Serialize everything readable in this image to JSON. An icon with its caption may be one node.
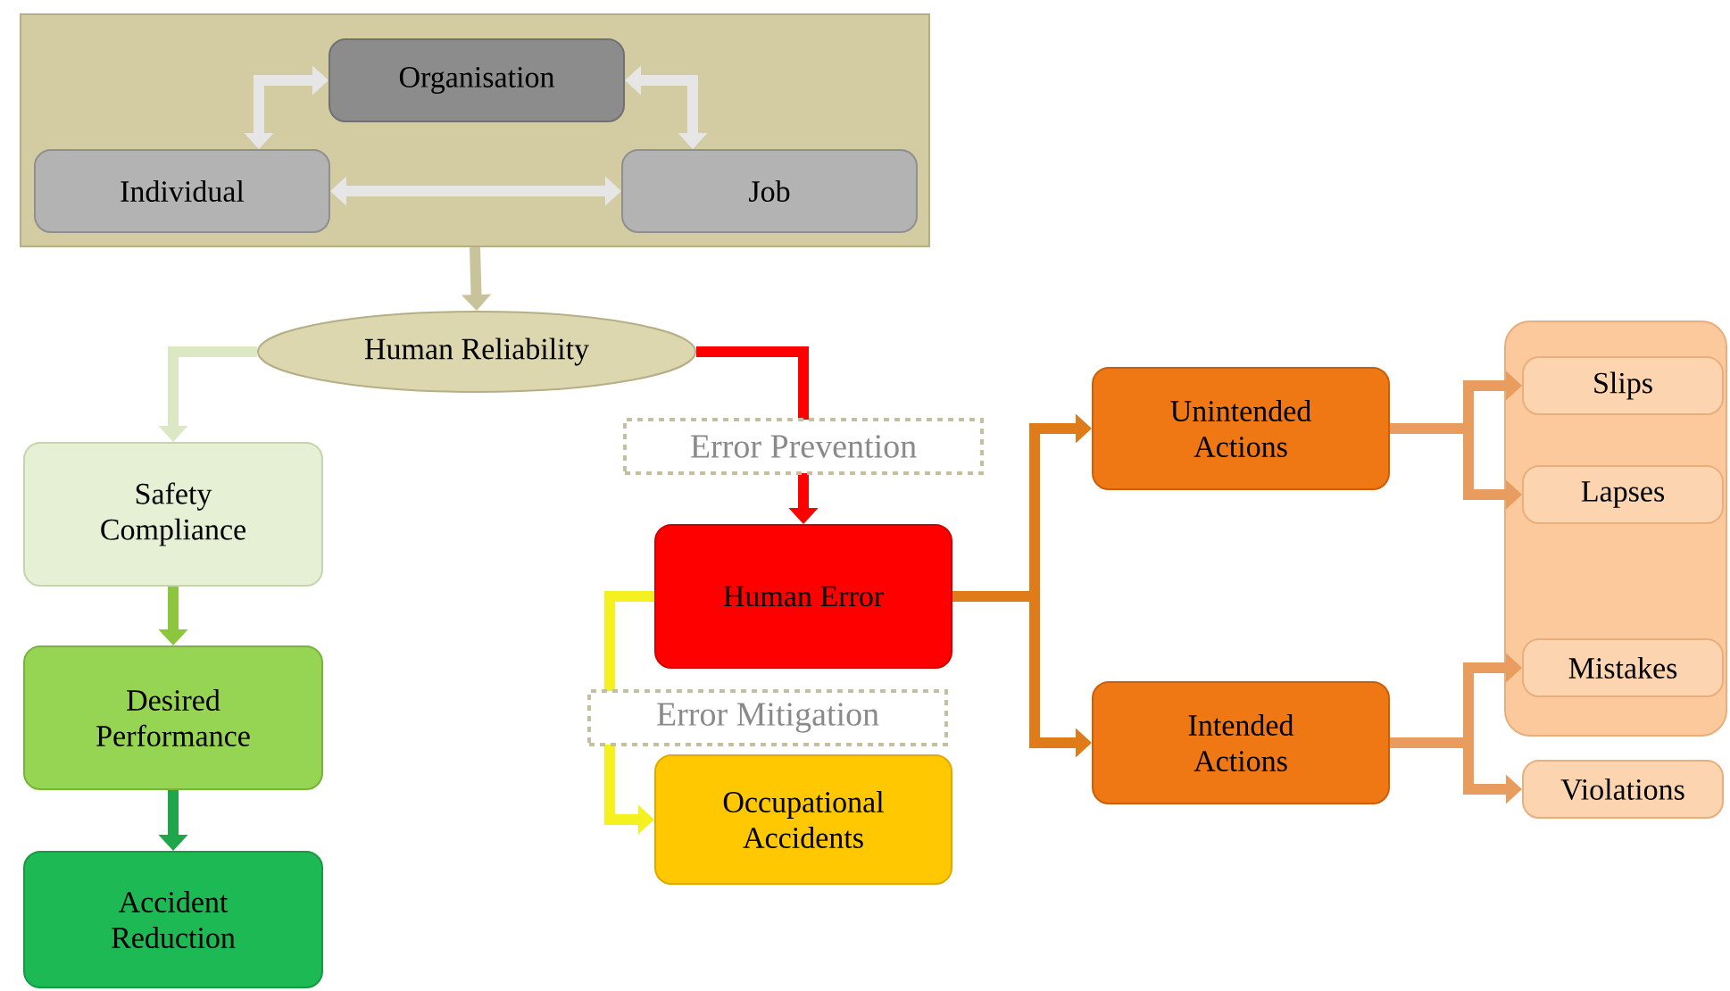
{
  "diagram": {
    "nodes": [
      {
        "text": [],
        "shape": "box"
      },
      {
        "text": [
          "Organisation"
        ],
        "in": 0
      },
      {
        "text": [
          "Individual"
        ],
        "in": 0
      },
      {
        "text": [
          "Job"
        ],
        "in": 0
      },
      {
        "text": [
          "Human Reliability"
        ]
      },
      {
        "text": [
          "Safety Compliance"
        ]
      },
      {
        "text": [
          "Desired Performance"
        ]
      },
      {
        "text": [
          "Accident Reduction"
        ]
      },
      {
        "text": [
          "Human Error"
        ]
      },
      {
        "text": [
          "Occupational Accidents"
        ]
      },
      {
        "text": [
          "Unintended Actions"
        ]
      },
      {
        "text": [
          "Intended Actions"
        ]
      },
      {
        "text": [],
        "shape": "box"
      },
      {
        "text": [
          "Slips"
        ],
        "in": 12
      },
      {
        "text": [
          "Lapses"
        ],
        "in": 12
      },
      {
        "text": [
          "Mistakes"
        ],
        "in": 12
      },
      {
        "text": [
          "Violations"
        ]
      }
    ],
    "edges": [
      {
        "from": 2,
        "to": 1,
        "arrow": "both",
        "color": "#e6e6e6"
      },
      {
        "from": 1,
        "to": 3,
        "arrow": "both",
        "color": "#e6e6e6"
      },
      {
        "from": 2,
        "to": 3,
        "arrow": "both",
        "color": "#e6e6e6"
      },
      {
        "from": 0,
        "to": 4,
        "arrow": "to",
        "color": "#c8c39a"
      },
      {
        "from": 4,
        "to": 5,
        "arrow": "to",
        "color": "#dce8c4"
      },
      {
        "from": 5,
        "to": 6,
        "arrow": "to",
        "color": "#8cc63f"
      },
      {
        "from": 6,
        "to": 7,
        "arrow": "to",
        "color": "#1fa64a"
      },
      {
        "from": 4,
        "to": 8,
        "arrow": "to",
        "label": "Error Prevention",
        "color": "#ff0000"
      },
      {
        "from": 8,
        "to": 9,
        "arrow": "to",
        "label": "Error Mitigation",
        "color": "#f5f020"
      },
      {
        "from": 8,
        "to": 10,
        "arrow": "to",
        "color": "#e07b1a"
      },
      {
        "from": 8,
        "to": 11,
        "arrow": "to",
        "color": "#e07b1a"
      },
      {
        "from": 10,
        "to": 13,
        "arrow": "to"
      },
      {
        "from": 10,
        "to": 14,
        "arrow": "to"
      },
      {
        "from": 11,
        "to": 15,
        "arrow": "to"
      },
      {
        "from": 11,
        "to": 16,
        "arrow": "to"
      }
    ]
  }
}
